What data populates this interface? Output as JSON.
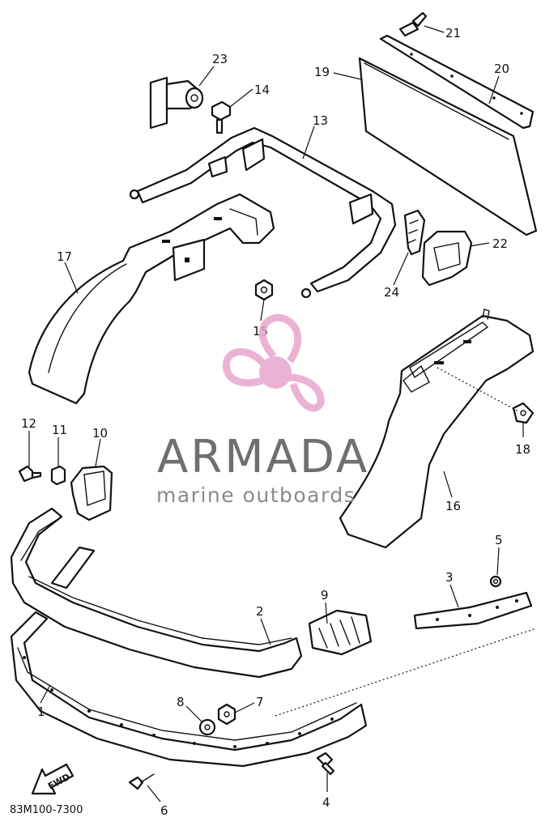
{
  "diagram": {
    "drawing_code": "83M100-7300",
    "forward_marker": "FWD",
    "callouts": [
      "1",
      "2",
      "3",
      "4",
      "5",
      "6",
      "7",
      "8",
      "9",
      "10",
      "11",
      "12",
      "13",
      "14",
      "15",
      "16",
      "17",
      "18",
      "19",
      "20",
      "21",
      "22",
      "23",
      "24"
    ]
  },
  "watermark": {
    "brand": "ARMADA",
    "tagline": "marine outboards",
    "logo_color": "#e8a6cc",
    "text_color": "#6f6f6f"
  }
}
